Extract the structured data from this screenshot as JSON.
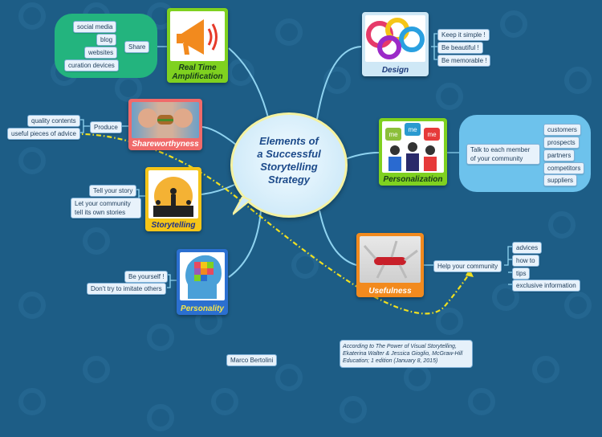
{
  "center": {
    "title": "Elements of\na Successful\nStorytelling\nStrategy"
  },
  "branches": {
    "amplification": {
      "label": "Real Time\nAmplification",
      "action": "Share",
      "leaves": [
        "social media",
        "blog",
        "websites",
        "curation devices"
      ]
    },
    "shareworthyness": {
      "label": "Shareworthyness",
      "action": "Produce",
      "leaves": [
        "quality contents",
        "useful pieces of advice"
      ]
    },
    "storytelling": {
      "label": "Storytelling",
      "leaves": [
        "Tell your story",
        "Let your community\ntell its own stories"
      ]
    },
    "personality": {
      "label": "Personality",
      "leaves": [
        "Be yourself !",
        "Don't try to imitate others"
      ]
    },
    "design": {
      "label": "Design",
      "leaves": [
        "Keep it simple !",
        "Be beautiful !",
        "Be memorable !"
      ]
    },
    "personalization": {
      "label": "Personalization",
      "action": "Talk to each member\nof your community",
      "leaves": [
        "customers",
        "prospects",
        "partners",
        "competitors",
        "suppliers"
      ],
      "bubbles": [
        "me",
        "me",
        "me"
      ]
    },
    "usefulness": {
      "label": "Usefulness",
      "action": "Help your community",
      "leaves": [
        "advices",
        "how to",
        "tips",
        "exclusive information"
      ]
    }
  },
  "note": "According to The Power of Visual Storytelling, Ekaterina Walter & Jessica Gioglio, McGraw-Hill Education; 1 edition (January 8, 2015)",
  "author": "Marco Bertolini",
  "colors": {
    "background": "#1d5d86",
    "connector": "#8fd3f0",
    "link": "#f0e020"
  }
}
